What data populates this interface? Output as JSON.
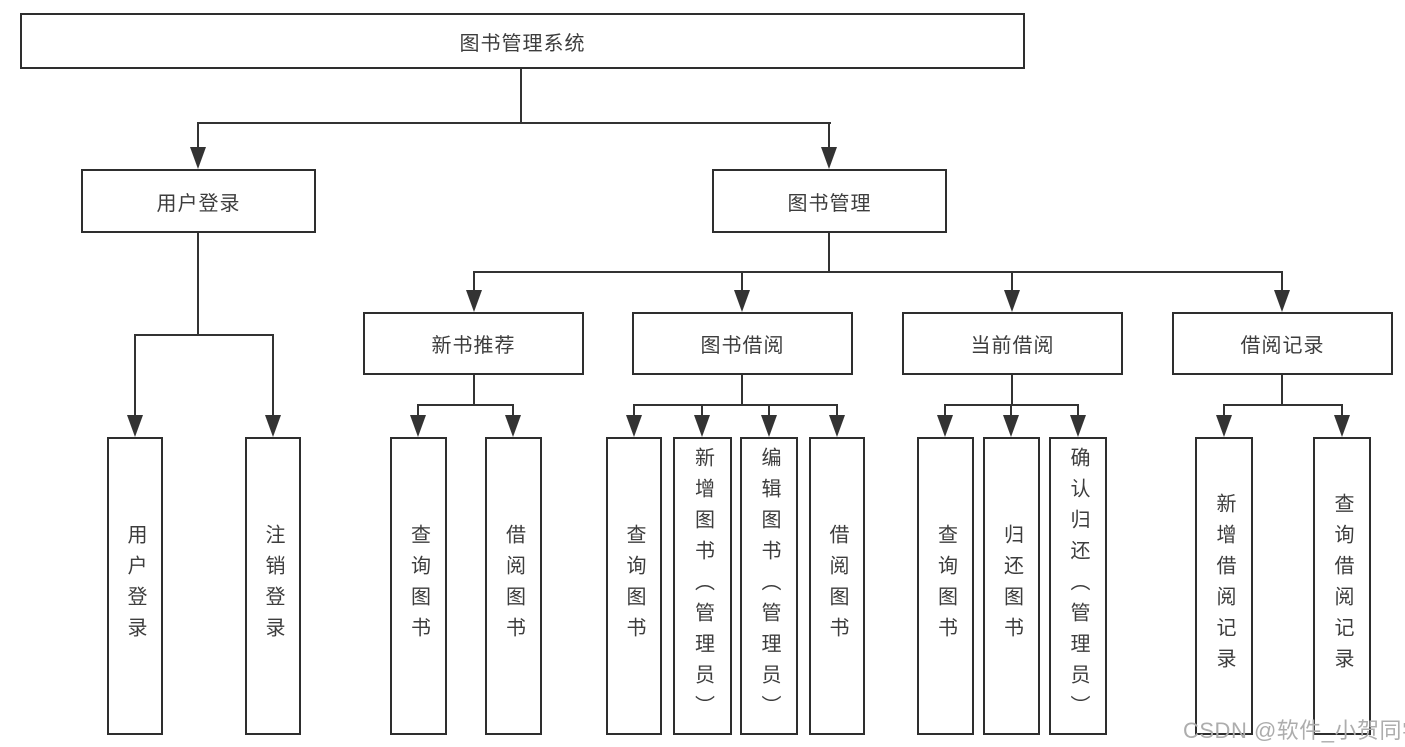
{
  "diagram": {
    "tree": {
      "label": "图书管理系统",
      "children": [
        {
          "label": "用户登录",
          "children": [
            {
              "label": "用户登录"
            },
            {
              "label": "注销登录"
            }
          ]
        },
        {
          "label": "图书管理",
          "children": [
            {
              "label": "新书推荐",
              "children": [
                {
                  "label": "查询图书"
                },
                {
                  "label": "借阅图书"
                }
              ]
            },
            {
              "label": "图书借阅",
              "children": [
                {
                  "label": "查询图书"
                },
                {
                  "label": "新增图书（管理员）"
                },
                {
                  "label": "编辑图书（管理员）"
                },
                {
                  "label": "借阅图书"
                }
              ]
            },
            {
              "label": "当前借阅",
              "children": [
                {
                  "label": "查询图书"
                },
                {
                  "label": "归还图书"
                },
                {
                  "label": "确认归还（管理员）"
                }
              ]
            },
            {
              "label": "借阅记录",
              "children": [
                {
                  "label": "新增借阅记录"
                },
                {
                  "label": "查询借阅记录"
                }
              ]
            }
          ]
        }
      ]
    }
  },
  "watermark": {
    "text": "CSDN @软件_小贺同学"
  },
  "colors": {
    "line": "#333333",
    "box_border": "#2e2e2e",
    "text": "#3d3d3d",
    "watermark": "#adadad",
    "background": "#ffffff"
  }
}
